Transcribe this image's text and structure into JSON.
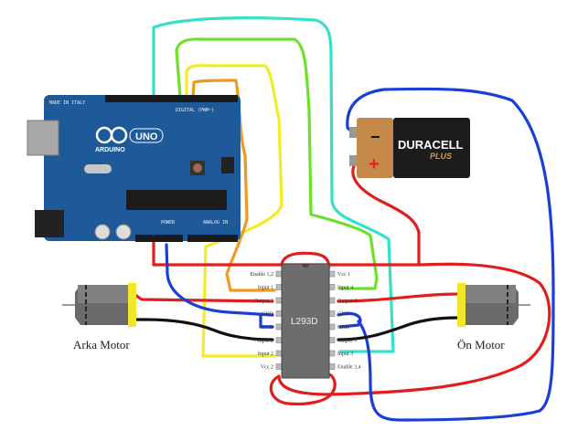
{
  "diagram": {
    "arduino": {
      "made_in": "MADE IN ITALY",
      "brand": "ARDUINO",
      "model": "UNO",
      "digital_label": "DIGITAL (PWM~)",
      "power_label": "POWER",
      "analog_label": "ANALOG IN"
    },
    "battery": {
      "brand": "DURACELL",
      "sub": "PLUS",
      "neg": "−",
      "pos": "+"
    },
    "chip": {
      "name": "L293D",
      "left_pins": [
        "Enable 1,2",
        "Input 1",
        "Output 1",
        "GND",
        "GND",
        "Output 2",
        "Input 2",
        "Vcc 2"
      ],
      "right_pins": [
        "Vcc 1",
        "Input 4",
        "Output 4",
        "GND",
        "GND",
        "Output 3",
        "Input 3",
        "Enable 3,4"
      ]
    },
    "motors": {
      "left_label": "Arka Motor",
      "right_label": "Ön Motor"
    },
    "wire_colors": {
      "power": "#e01e1e",
      "ground": "#1a3fd6",
      "black": "#111111",
      "cyan": "#35e0c8",
      "green": "#6ee02c",
      "yellow": "#f2ec28",
      "orange": "#ee9a22"
    }
  }
}
